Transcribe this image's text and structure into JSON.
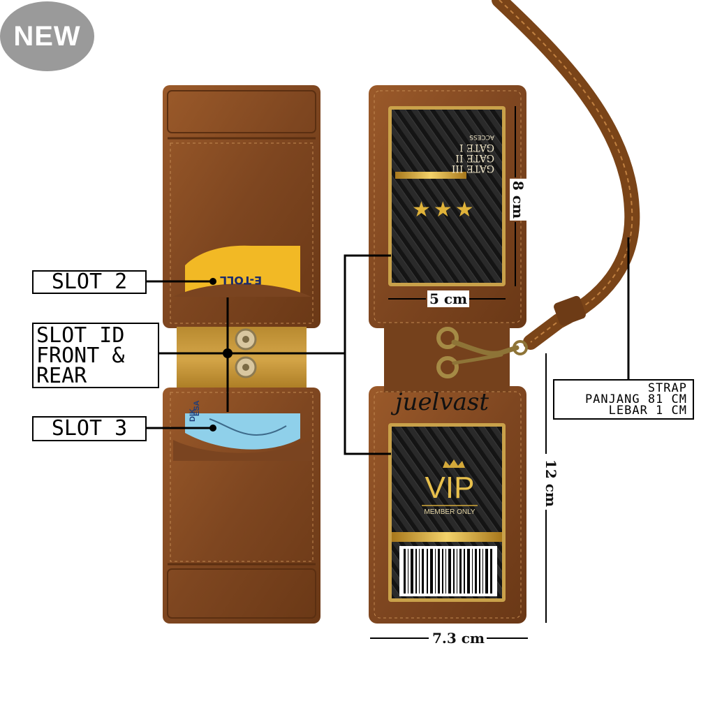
{
  "badge": {
    "text": "NEW"
  },
  "labels": {
    "slot2": "SLOT 2",
    "slot_id": [
      "SLOT ID",
      "FRONT &",
      "REAR"
    ],
    "slot3": "SLOT 3"
  },
  "strap": {
    "title": "STRAP",
    "length": "PANJANG 81 CM",
    "width": "LEBAR 1 CM"
  },
  "dimensions": {
    "card_width": "5 cm",
    "card_height": "8 cm",
    "holder_height": "12 cm",
    "holder_width": "7.3 cm"
  },
  "cards": {
    "etoll": {
      "text": "E-TOLL"
    },
    "access": {
      "title": "ACCESS",
      "gates": [
        "GATE I",
        "GATE II",
        "GATE III"
      ],
      "stars": "★★★"
    },
    "vip": {
      "title": "VIP",
      "subtitle": "MEMBER ONLY"
    },
    "id_card_text": "ESA",
    "id_card_side": "DIK"
  },
  "brand": {
    "signature": "juelvast"
  },
  "colors": {
    "leather": "#8a4f24",
    "leather_dark": "#6b3a18",
    "gold": "#d4a93a",
    "carbon": "#1a1a1a",
    "etoll_yellow": "#f2b925",
    "id_blue": "#8fd0ea"
  }
}
